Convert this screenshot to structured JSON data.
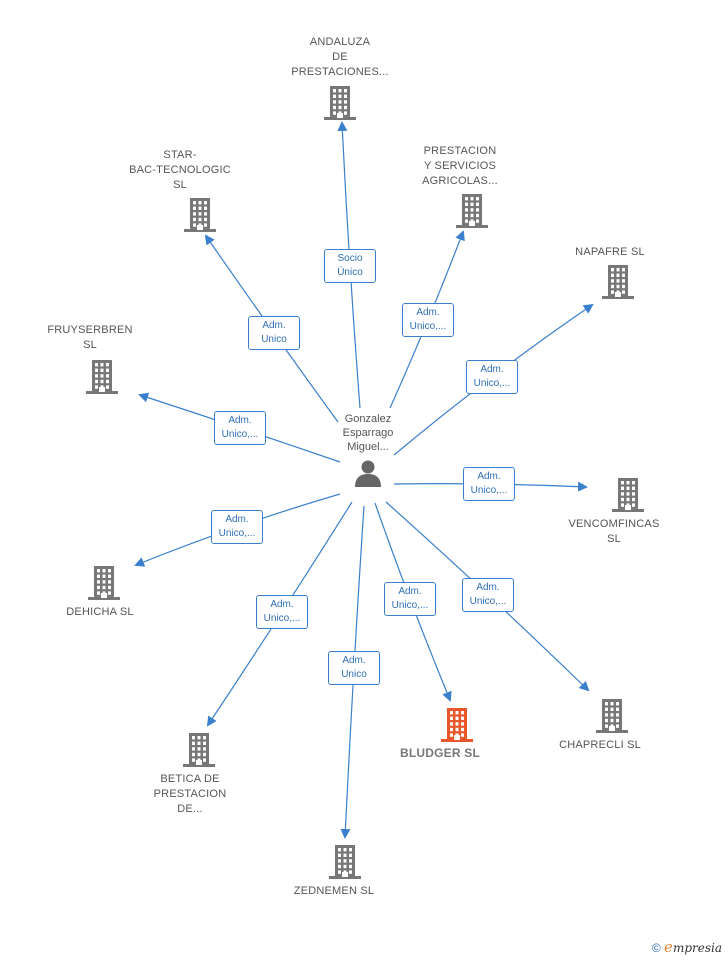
{
  "center": {
    "name": "Gonzalez\nEsparrago\nMiguel..."
  },
  "nodes": [
    {
      "id": "andaluza",
      "label": "ANDALUZA\nDE\nPRESTACIONES...",
      "edge": "Socio\nÚnico",
      "highlight": false
    },
    {
      "id": "prestacion",
      "label": "PRESTACION\nY SERVICIOS\nAGRICOLAS...",
      "edge": "Adm.\nUnico,...",
      "highlight": false
    },
    {
      "id": "star",
      "label": "STAR-\nBAC-TECNOLOGIC\nSL",
      "edge": "Adm.\nUnico",
      "highlight": false
    },
    {
      "id": "napafre",
      "label": "NAPAFRE  SL",
      "edge": "Adm.\nUnico,...",
      "highlight": false
    },
    {
      "id": "fruyserbren",
      "label": "FRUYSERBREN\nSL",
      "edge": "Adm.\nUnico,...",
      "highlight": false
    },
    {
      "id": "vencomfincas",
      "label": "VENCOMFINCAS\nSL",
      "edge": "Adm.\nUnico,...",
      "highlight": false
    },
    {
      "id": "dehicha",
      "label": "DEHICHA  SL",
      "edge": "Adm.\nUnico,...",
      "highlight": false
    },
    {
      "id": "betica",
      "label": "BETICA DE\nPRESTACION\nDE...",
      "edge": "Adm.\nUnico,...",
      "highlight": false
    },
    {
      "id": "zednemen",
      "label": "ZEDNEMEN  SL",
      "edge": "Adm.\nUnico",
      "highlight": false
    },
    {
      "id": "bludger",
      "label": "BLUDGER  SL",
      "edge": "Adm.\nUnico,...",
      "highlight": true
    },
    {
      "id": "chaprecli",
      "label": "CHAPRECLI  SL",
      "edge": "Adm.\nUnico,...",
      "highlight": false
    }
  ],
  "colors": {
    "edge": "#3a80cc",
    "building": "#777777",
    "highlight": "#e8562a",
    "person": "#666666"
  },
  "icons": {
    "company": "building-icon",
    "person": "person-icon"
  },
  "footer": {
    "copyright": "©",
    "brand_initial": "e",
    "brand_rest": "mpresia"
  }
}
